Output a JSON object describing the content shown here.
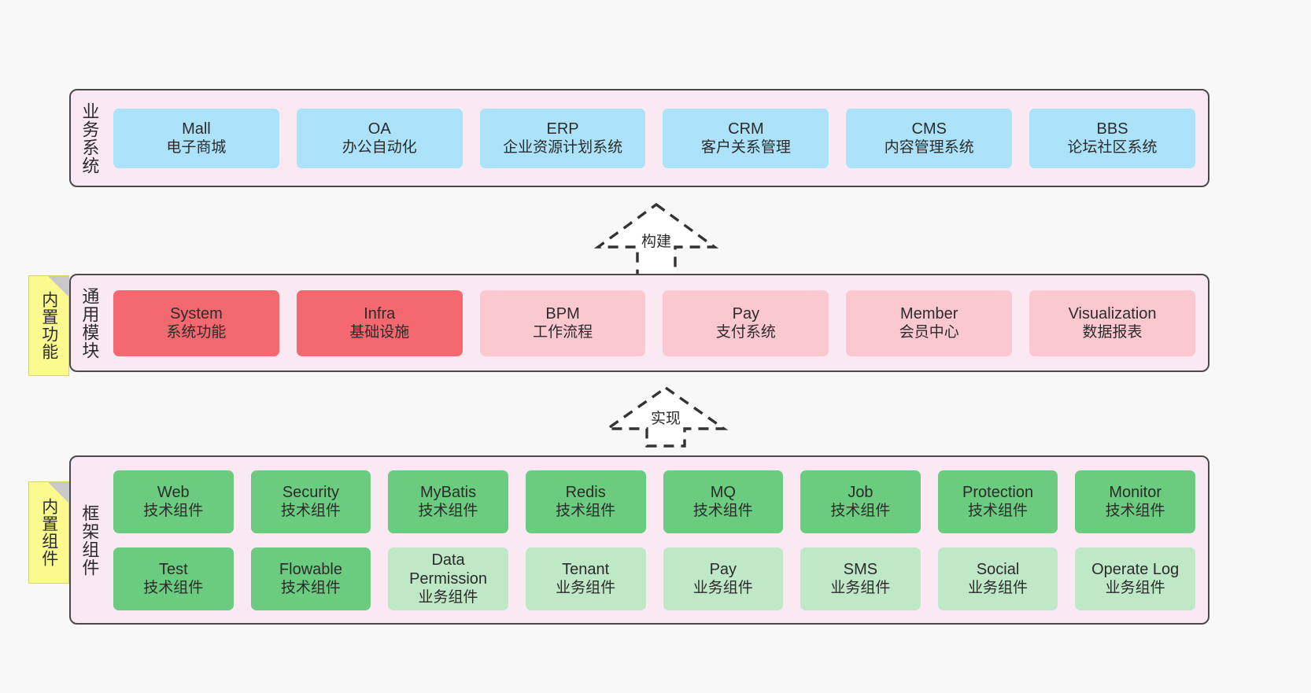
{
  "layers": [
    {
      "id": "business",
      "title": "业务系统",
      "rows": [
        [
          {
            "name": "Mall",
            "sub": "电子商城"
          },
          {
            "name": "OA",
            "sub": "办公自动化"
          },
          {
            "name": "ERP",
            "sub": "企业资源计划系统"
          },
          {
            "name": "CRM",
            "sub": "客户关系管理"
          },
          {
            "name": "CMS",
            "sub": "内容管理系统"
          },
          {
            "name": "BBS",
            "sub": "论坛社区系统"
          }
        ]
      ]
    },
    {
      "id": "modules",
      "title": "通用模块",
      "rows": [
        [
          {
            "name": "System",
            "sub": "系统功能"
          },
          {
            "name": "Infra",
            "sub": "基础设施"
          },
          {
            "name": "BPM",
            "sub": "工作流程"
          },
          {
            "name": "Pay",
            "sub": "支付系统"
          },
          {
            "name": "Member",
            "sub": "会员中心"
          },
          {
            "name": "Visualization",
            "sub": "数据报表"
          }
        ]
      ]
    },
    {
      "id": "framework",
      "title": "框架组件",
      "rows": [
        [
          {
            "name": "Web",
            "sub": "技术组件"
          },
          {
            "name": "Security",
            "sub": "技术组件"
          },
          {
            "name": "MyBatis",
            "sub": "技术组件"
          },
          {
            "name": "Redis",
            "sub": "技术组件"
          },
          {
            "name": "MQ",
            "sub": "技术组件"
          },
          {
            "name": "Job",
            "sub": "技术组件"
          },
          {
            "name": "Protection",
            "sub": "技术组件"
          },
          {
            "name": "Monitor",
            "sub": "技术组件"
          }
        ],
        [
          {
            "name": "Test",
            "sub": "技术组件"
          },
          {
            "name": "Flowable",
            "sub": "技术组件"
          },
          {
            "name": "Data Permission",
            "sub": "业务组件"
          },
          {
            "name": "Tenant",
            "sub": "业务组件"
          },
          {
            "name": "Pay",
            "sub": "业务组件"
          },
          {
            "name": "SMS",
            "sub": "业务组件"
          },
          {
            "name": "Social",
            "sub": "业务组件"
          },
          {
            "name": "Operate Log",
            "sub": "业务组件"
          }
        ]
      ]
    }
  ],
  "notes": [
    {
      "id": "builtin-function",
      "text": "内置功能"
    },
    {
      "id": "builtin-component",
      "text": "内置组件"
    }
  ],
  "arrows": [
    {
      "id": "build",
      "label": "构建"
    },
    {
      "id": "implement",
      "label": "实现"
    }
  ],
  "colors": {
    "background": "#f8f8f8",
    "panel_fill": "#fae9f3",
    "panel_border": "#4a4a4a",
    "business_card": "#ace3fb",
    "module_strong": "#f4696f",
    "module_soft": "#fbc8d0",
    "component_tech": "#6bcb7f",
    "component_business": "#bfe8c7",
    "note_fill": "#fbfa8f",
    "note_fold": "#c9c9c9",
    "text": "#2b2b2b",
    "arrow_stroke": "#333333"
  }
}
